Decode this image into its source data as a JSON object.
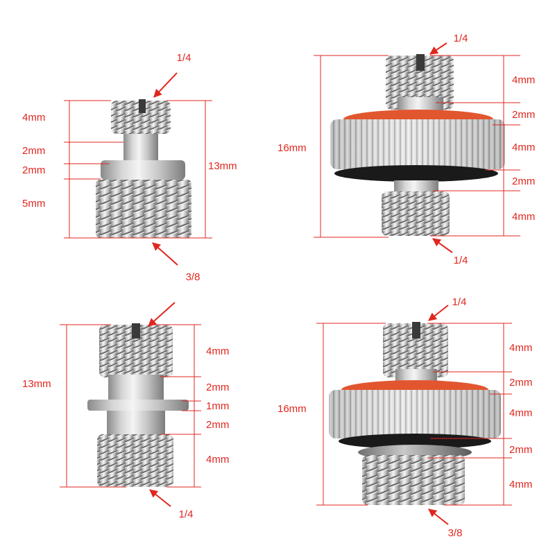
{
  "colors": {
    "dimension": "#e0261f",
    "steel_light": "#eeeeee",
    "steel_dark": "#8a8a8a",
    "oring_orange": "#e2562f",
    "oring_black": "#1a1a1a"
  },
  "panels": [
    {
      "id": "tl",
      "top_thread": "1/4",
      "bottom_thread": "3/8",
      "overall": "13mm",
      "segments": [
        "4mm",
        "2mm",
        "2mm",
        "5mm"
      ]
    },
    {
      "id": "tr",
      "top_thread": "1/4",
      "bottom_thread": "1/4",
      "overall": "16mm",
      "segments": [
        "4mm",
        "2mm",
        "4mm",
        "2mm",
        "4mm"
      ]
    },
    {
      "id": "bl",
      "bottom_thread": "1/4",
      "overall": "13mm",
      "segments": [
        "4mm",
        "2mm",
        "1mm",
        "2mm",
        "4mm"
      ]
    },
    {
      "id": "br",
      "top_thread": "1/4",
      "bottom_thread": "3/8",
      "overall": "16mm",
      "segments": [
        "4mm",
        "2mm",
        "4mm",
        "2mm",
        "4mm"
      ]
    }
  ]
}
